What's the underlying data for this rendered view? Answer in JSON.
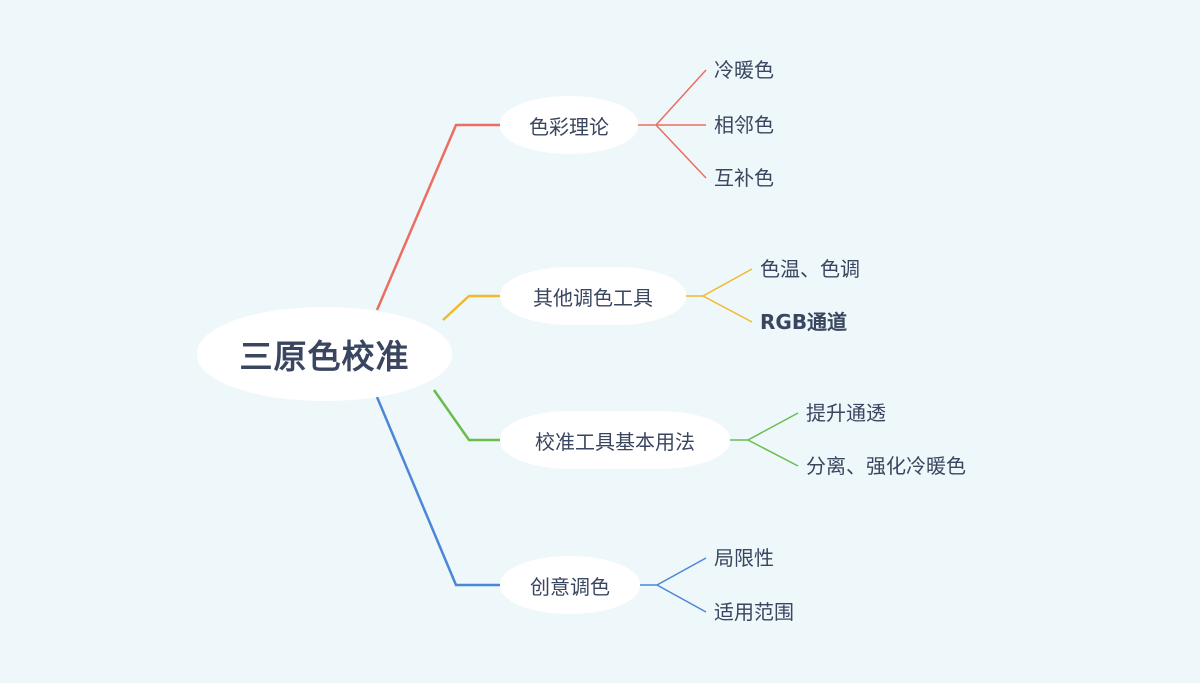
{
  "root": {
    "label": "三原色校准"
  },
  "branches": [
    {
      "label": "色彩理论",
      "color": "#ec6e62",
      "children": [
        "冷暖色",
        "相邻色",
        "互补色"
      ]
    },
    {
      "label": "其他调色工具",
      "color": "#f2b92b",
      "children": [
        "色温、色调",
        "RGB通道"
      ]
    },
    {
      "label": "校准工具基本用法",
      "color": "#69bd4c",
      "children": [
        "提升通透",
        "分离、强化冷暖色"
      ]
    },
    {
      "label": "创意调色",
      "color": "#4a87d6",
      "children": [
        "局限性",
        "适用范围"
      ]
    }
  ]
}
